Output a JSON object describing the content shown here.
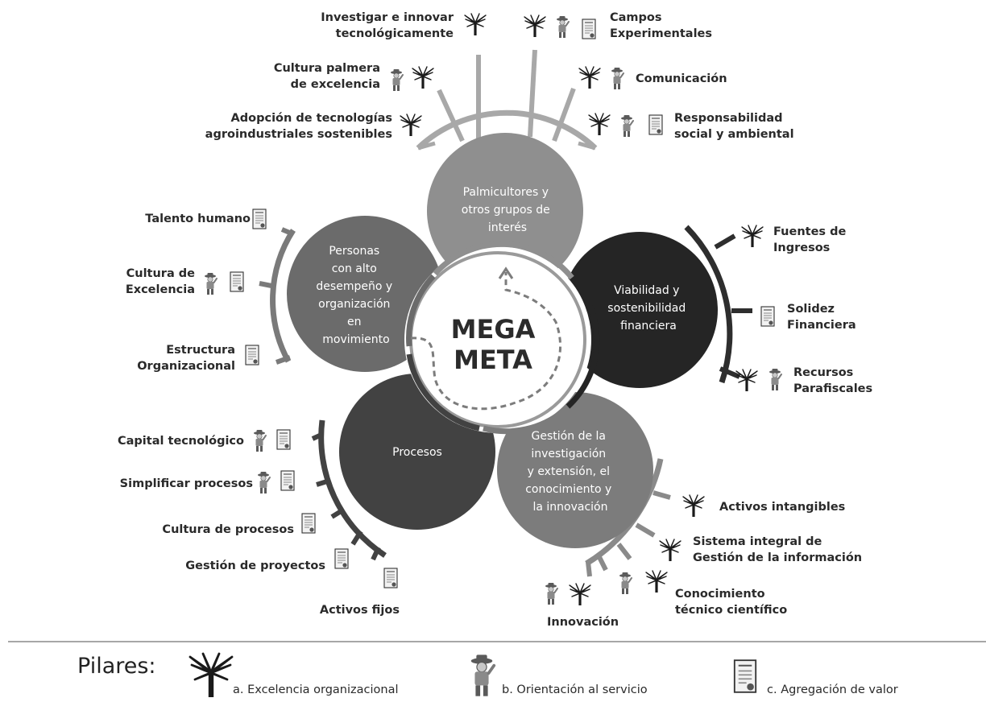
{
  "center": {
    "line1": "MEGA",
    "line2": "META"
  },
  "circles": [
    {
      "id": "top",
      "lines": [
        "Palmicultores y",
        "otros grupos de",
        "interés"
      ],
      "color": "#8f8f8f"
    },
    {
      "id": "left",
      "lines": [
        "Personas",
        "con alto",
        "desempeño y",
        "organización",
        "en",
        "movimiento"
      ],
      "color": "#6b6b6b"
    },
    {
      "id": "right",
      "lines": [
        "Viabilidad y",
        "sostenibilidad",
        "financiera"
      ],
      "color": "#252525"
    },
    {
      "id": "bottom-left",
      "lines": [
        "Procesos"
      ],
      "color": "#424242"
    },
    {
      "id": "bottom-right",
      "lines": [
        "Gestión de la",
        "investigación",
        "y extensión, el",
        "conocimiento y",
        "la innovación"
      ],
      "color": "#7c7c7c"
    }
  ],
  "labels": {
    "investigar": [
      "Investigar e innovar",
      "tecnológicamente"
    ],
    "campos": [
      "Campos",
      "Experimentales"
    ],
    "cultura_palmera": [
      "Cultura palmera",
      "de excelencia"
    ],
    "comunicacion": [
      "Comunicación"
    ],
    "adopcion": [
      "Adopción de tecnologías",
      "agroindustriales sostenibles"
    ],
    "responsabilidad": [
      "Responsabilidad",
      "social y ambiental"
    ],
    "talento": [
      "Talento humano"
    ],
    "cultura_excelencia": [
      "Cultura de",
      "Excelencia"
    ],
    "estructura": [
      "Estructura",
      "Organizacional"
    ],
    "fuentes": [
      "Fuentes de",
      "Ingresos"
    ],
    "solidez": [
      "Solidez",
      "Financiera"
    ],
    "recursos": [
      "Recursos",
      "Parafiscales"
    ],
    "capital": [
      "Capital tecnológico"
    ],
    "simplificar": [
      "Simplificar procesos"
    ],
    "cultura_procesos": [
      "Cultura de procesos"
    ],
    "gestion_proyectos": [
      "Gestión de proyectos"
    ],
    "activos_fijos": [
      "Activos fijos"
    ],
    "activos_intangibles": [
      "Activos intangibles"
    ],
    "sistema_integral": [
      "Sistema integral de",
      "Gestión de la información"
    ],
    "conocimiento": [
      "Conocimiento",
      "técnico científico"
    ],
    "innovacion": [
      "Innovación"
    ]
  },
  "legend": {
    "title": "Pilares:",
    "items": [
      {
        "icon": "palm-tree-icon",
        "label": "a. Excelencia organizacional"
      },
      {
        "icon": "farmer-icon",
        "label": "b. Orientación al servicio"
      },
      {
        "icon": "certificate-icon",
        "label": "c. Agregación de valor"
      }
    ]
  }
}
